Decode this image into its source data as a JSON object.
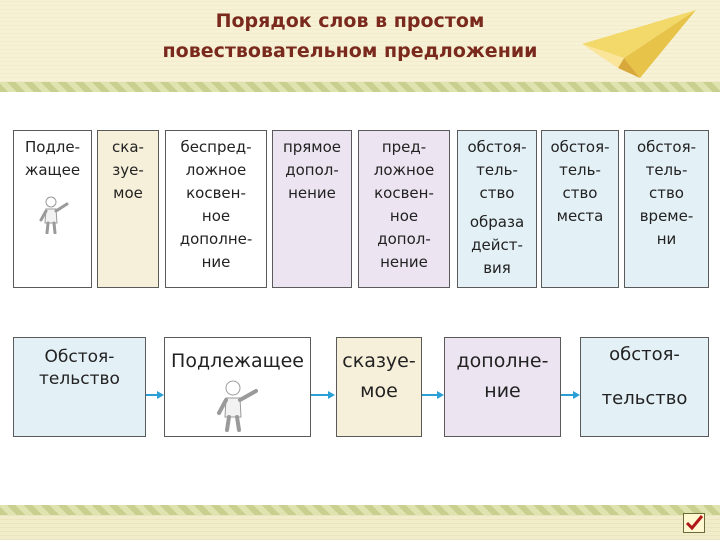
{
  "title": {
    "line1": "Порядок слов в простом",
    "line2": "повествовательном предложении"
  },
  "top_row": [
    {
      "text": "Подле-\nжащее"
    },
    {
      "text": "ска-\nзуе-\nмое"
    },
    {
      "text": "беспред-\nложное\nкосвен-\nное\nдополне-\nние"
    },
    {
      "text": "прямое\nдопол-\nнение"
    },
    {
      "text": "пред-\nложное\nкосвен-\nное\nдопол-\nнение"
    },
    {
      "text": "обстоя-\nтель-\nство",
      "sub": "образа\nдейст-\nвия"
    },
    {
      "text": "обстоя-\nтель-\nство\nместа"
    },
    {
      "text": "обстоя-\nтель-\nство\nвреме-\nни"
    }
  ],
  "bottom_row": [
    {
      "text": "Обстоя-\nтельство"
    },
    {
      "text": "Подлежащее"
    },
    {
      "text": "сказуе-\nмое"
    },
    {
      "text": "дополне-\nние"
    },
    {
      "text": "обстоя-\n\nтельство"
    }
  ],
  "icons": {
    "figure": "person-presenting-icon",
    "plane": "paper-plane-icon",
    "check": "checkbox-checked-icon"
  },
  "colors": {
    "title": "#7a2a1d",
    "arrow": "#2a9fd6",
    "lavender": "#ece4f0",
    "blue": "#e3f0f6",
    "tan": "#f6f0da"
  }
}
